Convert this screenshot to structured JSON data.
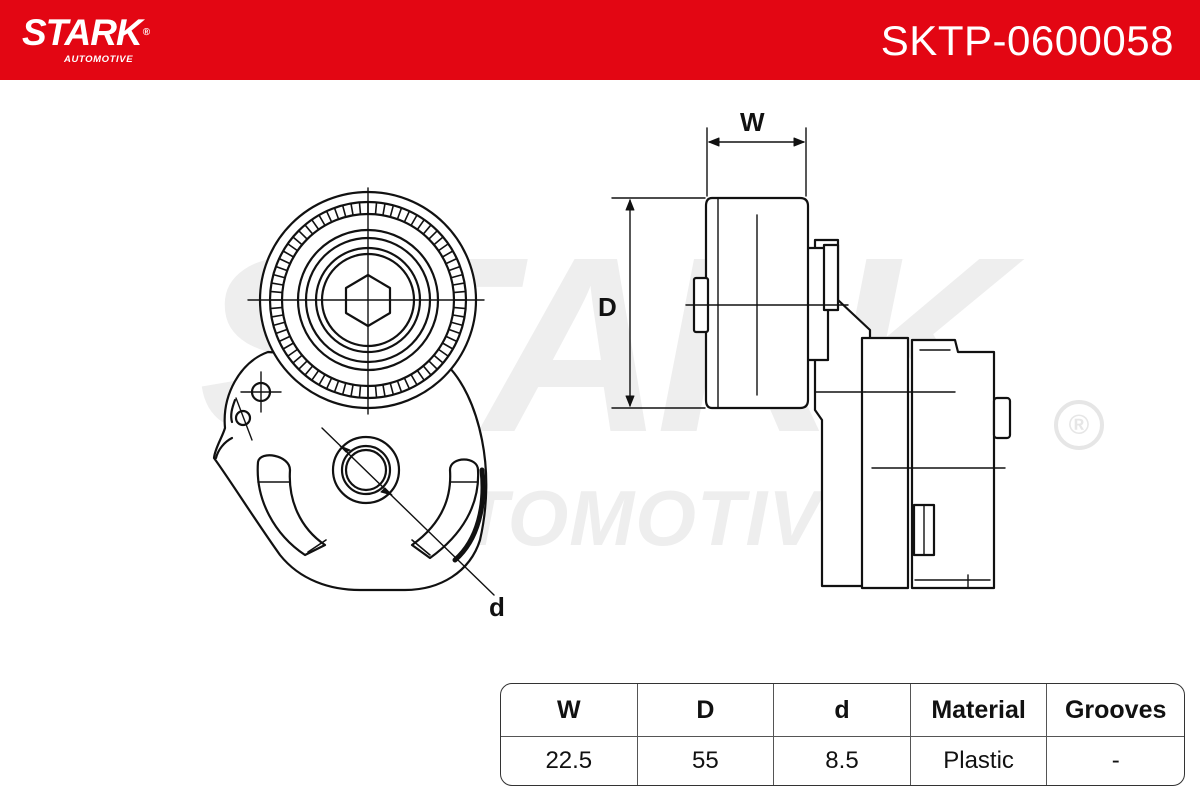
{
  "header": {
    "brand_name": "STARK",
    "brand_registered": "®",
    "brand_sub": "AUTOMOTIVE",
    "part_number": "SKTP-0600058",
    "background_color": "#e30613",
    "text_color": "#ffffff"
  },
  "watermark": {
    "main": "STARK",
    "sub": "AUTOMOTIVE",
    "registered": "®"
  },
  "drawing": {
    "label_width": "W",
    "label_diameter": "D",
    "label_bore": "d"
  },
  "spec_table": {
    "headers": [
      "W",
      "D",
      "d",
      "Material",
      "Grooves"
    ],
    "values": [
      "22.5",
      "55",
      "8.5",
      "Plastic",
      "-"
    ]
  }
}
